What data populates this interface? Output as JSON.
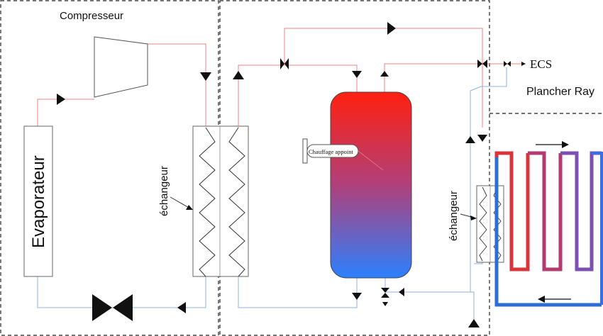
{
  "labels": {
    "compresseur": "Compresseur",
    "evaporateur": "Evaporateur",
    "echangeur_left": "échangeur",
    "echangeur_right": "échangeur",
    "chauffage_appoint": "Chauffage appoint",
    "ecs": "ECS",
    "plancher": "Plancher Ray"
  },
  "colors": {
    "hot_pipe": "#f08080",
    "cold_pipe": "#8fb0e0",
    "tank_top": "#ff2a1a",
    "tank_bottom": "#2f7dff",
    "floor_hot": "#d9343a",
    "floor_mid": "#8b4aa8",
    "floor_cold": "#3b6fe0",
    "return_pipe": "#2b6fd6"
  }
}
